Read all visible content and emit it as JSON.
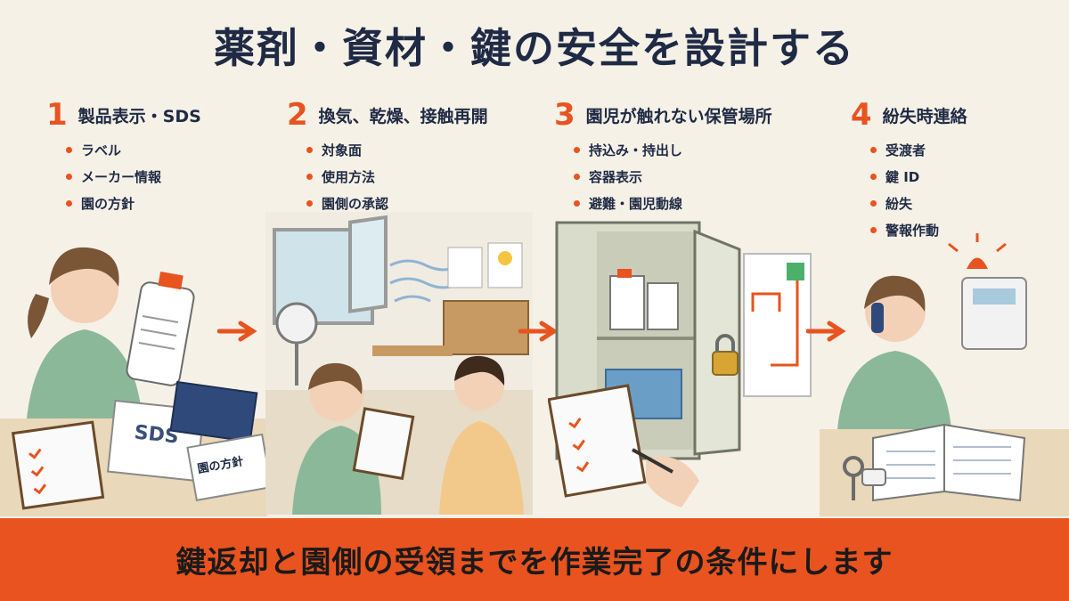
{
  "title": "薬剤・資材・鍵の安全を設計する",
  "steps": [
    {
      "number": "1",
      "label": "製品表示・SDS",
      "items": [
        "ラベル",
        "メーカー情報",
        "園の方針"
      ]
    },
    {
      "number": "2",
      "label": "換気、乾燥、接触再開",
      "items": [
        "対象面",
        "使用方法",
        "園側の承認"
      ]
    },
    {
      "number": "3",
      "label": "園児が触れない保管場所",
      "items": [
        "持込み・持出し",
        "容器表示",
        "避難・園児動線"
      ]
    },
    {
      "number": "4",
      "label": "紛失時連絡",
      "items": [
        "受渡者",
        "鍵 ID",
        "紛失",
        "警報作動"
      ]
    }
  ],
  "illustration_text": {
    "sds_paper": "SDS",
    "policy_paper": "園の方針"
  },
  "banner": "鍵返却と園側の受領までを作業完了の条件にします",
  "colors": {
    "accent": "#e8531f",
    "navy": "#1f2a44",
    "background": "#f6f1e7",
    "uniform": "#8cb89a"
  }
}
